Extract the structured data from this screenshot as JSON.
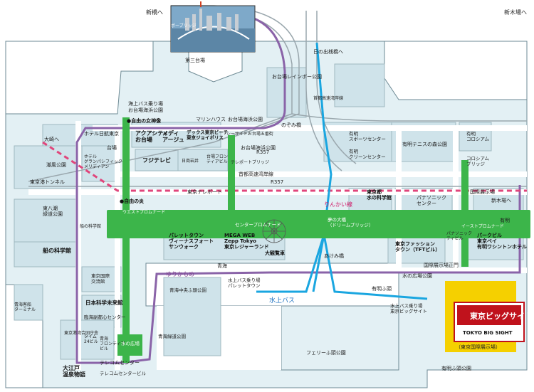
{
  "colors": {
    "land": "#e3f0f4",
    "water": "#ffffff",
    "block": "#cfe3ea",
    "road": "#f3f3f3",
    "promenade": "#3cb54a",
    "yurikamome": "#8a63a8",
    "rinkai": "#e0457b",
    "waterbus": "#1aa6e0",
    "bigsight": "#f5d000"
  },
  "photo_caption": "レインボーブリッジ",
  "labels": {
    "shinbashi": "新橋へ",
    "shinkiba_top": "新木場へ",
    "daisan_daiba": "第三台場",
    "hinode": "日の出桟橋へ",
    "shuto_wangan": "首都高速湾岸線",
    "rainbow_promenade": "お台場レインボー公園",
    "kaijo_bus_top": "海上バス乗り場",
    "odaiba_kaihin_koen_top": "お台場海浜公園",
    "jiyu_no_megami": "●自由の女神像",
    "marine_house": "マリンハウス",
    "odaiba_kaihin_koen2": "お台場海浜公園",
    "nomi": "のぞみ橋",
    "ariake_sports": "有明\nスポーツセンター",
    "ariake_clean": "有明\nクリーンセンター",
    "ariake_tennis": "有明テニスの森公園",
    "ariake_colosseum": "有明\nコロシアム",
    "colosseum_bridge": "コロシアム\nブリッジ",
    "osaki": "大崎へ",
    "hotel_nikko": "ホテル日航東京",
    "aquacity": "アクアシティ\nお台場",
    "mediage": "メディ\nアージュ",
    "decks": "デックス東京ビーチ\n東京ジョイポリス",
    "seaside": "シーサイドお台場五番街",
    "odaiba_kaihin_koen3": "お台場海浜公園",
    "daiba": "台場",
    "grand_pacific": "ホテル\nグランパシフィック\nメリディアン",
    "fuji_tv": "フジテレビ",
    "nikko": "日商岩井",
    "daiba_frontier": "台場フロン\nティアビル",
    "telepo_bridge": "テレポートブリッジ",
    "r357a": "R357",
    "shuto_bay": "首都高速湾岸線",
    "r357b": "R357",
    "kokusai_tenjijo": "国際展示場",
    "shiokaze": "潮風公園",
    "tokyo_tunnel": "東京港トンネル",
    "rinkai_line": "りんかい線",
    "tokyo_teleport": "東京テレポート",
    "jiyu_no_honoo": "●自由の炎",
    "west_promenade": "ウエストプロムナード",
    "center_promenade": "センタープロムナード",
    "dream_bridge": "夢の大橋\n（ドリームブリッジ）",
    "east_promenade": "イーストプロムナード",
    "miraikan": "東京都\n水の科学館",
    "panasonic": "パナソニック\nセンター",
    "ariake": "有明",
    "higashi_yashio": "東八潮\n緑道公園",
    "fune_kagakukan": "船の科学館",
    "fune_line": "船の科学館",
    "palette": "パレットタウン\nヴィーナスフォート\nサンウォーク",
    "megaweb": "MEGA WEB\nZepp Tokyo\n東京レジャーランド",
    "ferris": "大観覧車",
    "fashion_town": "東京ファッション\nタウン（TFTビル）",
    "panasonic2": "パナソニック\nティビル",
    "park_bldg": "パークビル\n東京ベイ\n有明ワシントンホテル",
    "akemi": "あけみ橋",
    "yurikamome": "ゆりかもめ",
    "aomi": "青海",
    "kokusai_seimon": "国際展示場正門",
    "mizu_hiroba": "水の広場公園",
    "kokusai_koryu": "東京国際\n交流館",
    "aomi_chuo": "青海中央ふ頭公園",
    "kaijo_bus_mid": "水上バス乗り場\nパレットタウン",
    "ariake_futo": "有明ふ頭",
    "kaijo_bus": "水上バス",
    "kaijo_bus_right": "水上バス乗り場\n東京ビッグサイト",
    "nihon_kagaku": "日本科学未来館",
    "rinkai_fukutoshin": "臨海副都心センター",
    "aomi_ferry": "青海客船\nターミナル",
    "tokyo_kowan": "東京港湾合同庁舎",
    "time24": "タイム\n24ビル",
    "aomi_frontier": "青海\nフロンティア\nビル",
    "aomi_ryokudo": "青海緑道公園",
    "mizu_no_hiroba": "水の広場",
    "telecom_center": "テレコムセンター",
    "ooedo": "大江戸\n温泉物語",
    "telecom_bldg": "テレコムセンタービル",
    "ferry_koen": "フェリーふ頭公園",
    "ariake_futo_koen": "有明ふ頭公園",
    "bigsight_logo": "東京ビッグサイト",
    "bigsight_en": "TOKYO BIG SIGHT",
    "bigsight_sub": "（東京国際展示場）"
  }
}
